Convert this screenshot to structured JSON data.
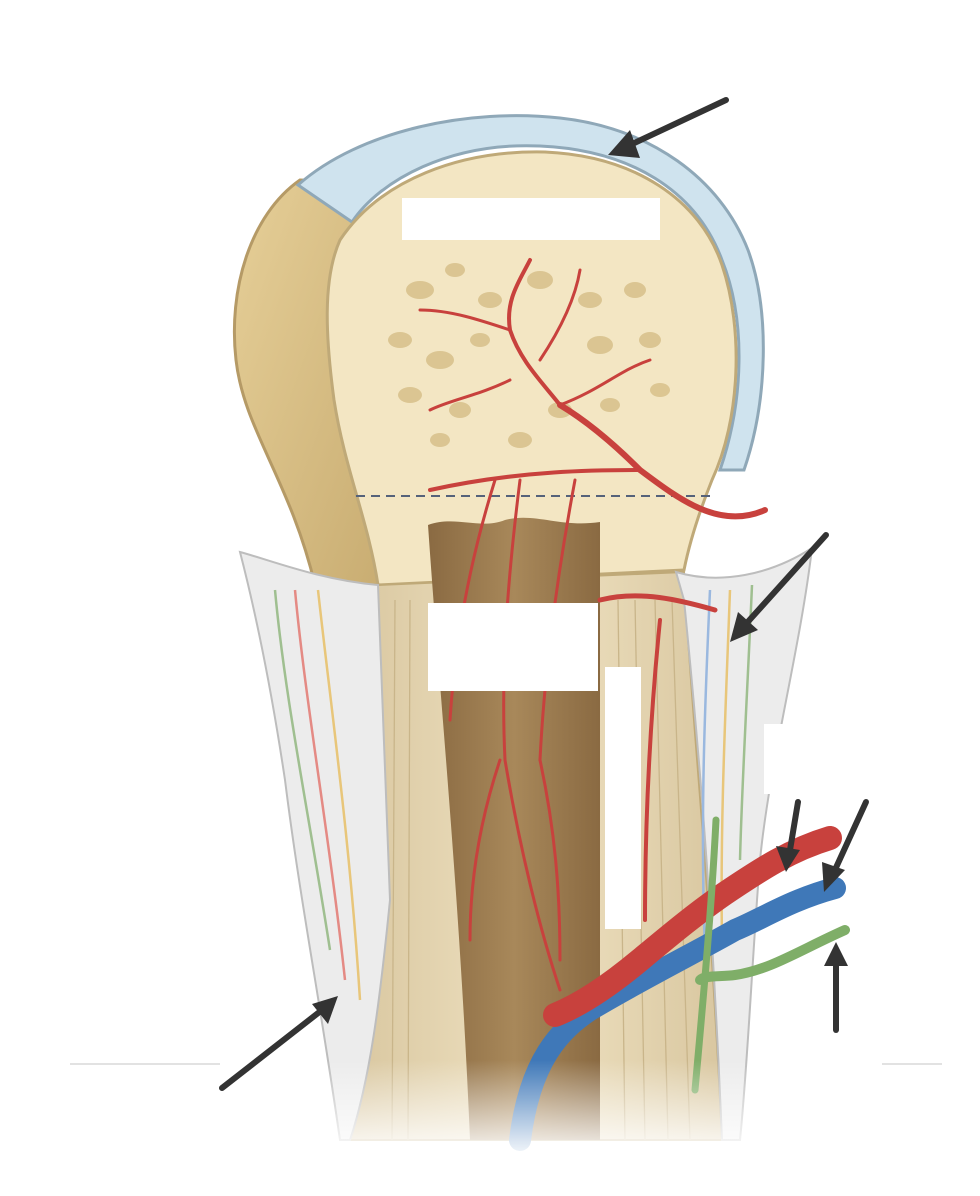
{
  "diagram": {
    "subject": "long-bone-proximal-epiphysis-cross-section",
    "colors": {
      "background": "#ffffff",
      "compact_bone": "#e2cf9c",
      "spongy_bone": "#f3e6c3",
      "articular_cartilage": "#cfe3ee",
      "periosteum": "#ececec",
      "medullary_cavity": "#9b7a4e",
      "artery": "#c8413d",
      "vein": "#3f78b8",
      "nerve": "#7fae68",
      "arrow": "#333333"
    },
    "label_boxes": [
      {
        "name": "label-box-epiphysis",
        "text": ""
      },
      {
        "name": "label-box-medullary",
        "text": ""
      },
      {
        "name": "label-box-compact-bone",
        "text": ""
      },
      {
        "name": "label-box-right-side",
        "text": ""
      }
    ],
    "arrows": [
      "arrow-articular-cartilage",
      "arrow-periosteum",
      "arrow-artery",
      "arrow-vein",
      "arrow-nerve",
      "arrow-outer-bone"
    ]
  }
}
